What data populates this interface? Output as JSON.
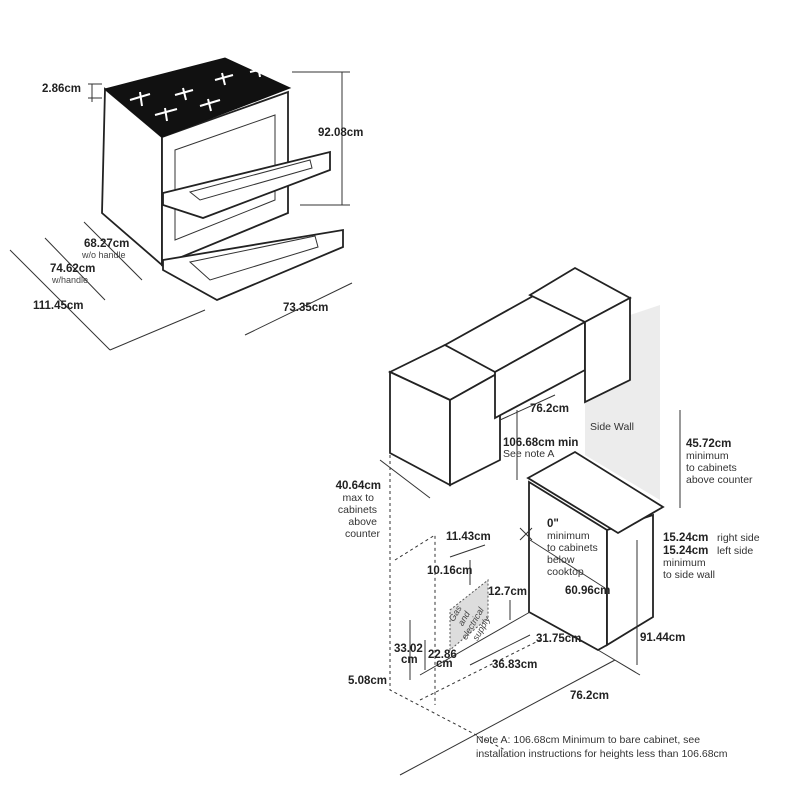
{
  "range_diagram": {
    "cooktop_height": "2.86cm",
    "overall_height": "92.08cm",
    "depth_without_handle": "68.27cm",
    "depth_without_handle_note": "w/o handle",
    "depth_with_handle": "74.62cm",
    "depth_with_handle_note": "w/handle",
    "depth_doors_open": "111.45cm",
    "width": "73.35cm"
  },
  "installation_diagram": {
    "cabinet_width": "76.2cm",
    "side_wall_label": "Side Wall",
    "clearance_min": "106.68cm min",
    "clearance_note": "See note A",
    "above_counter": [
      "45.72cm",
      "minimum",
      "to cabinets",
      "above counter"
    ],
    "cabinet_depth": [
      "40.64cm",
      "max to",
      "cabinets",
      "above",
      "counter"
    ],
    "below_cooktop": [
      "0\"",
      "minimum",
      "to cabinets",
      "below",
      "cooktop"
    ],
    "side_clearance": {
      "right_value": "15.24cm",
      "right_label": "right side",
      "left_value": "15.24cm",
      "left_label": "left side",
      "line3": "minimum",
      "line4": "to side wall"
    },
    "dim_11_43": "11.43cm",
    "dim_10_16": "10.16cm",
    "dim_12_7": "12.7cm",
    "dim_60_96": "60.96cm",
    "dim_31_75": "31.75cm",
    "dim_91_44": "91.44cm",
    "dim_33_02": [
      "33.02",
      "cm"
    ],
    "dim_22_86": [
      "22.86",
      "cm"
    ],
    "dim_36_83": "36.83cm",
    "dim_5_08": "5.08cm",
    "opening_width": "76.2cm",
    "supply_label": [
      "Gas",
      "and",
      "electrical",
      "supply"
    ]
  },
  "note": {
    "line1": "Note A: 106.68cm Minimum to bare cabinet, see",
    "line2": "installation instructions for heights less than 106.68cm"
  }
}
